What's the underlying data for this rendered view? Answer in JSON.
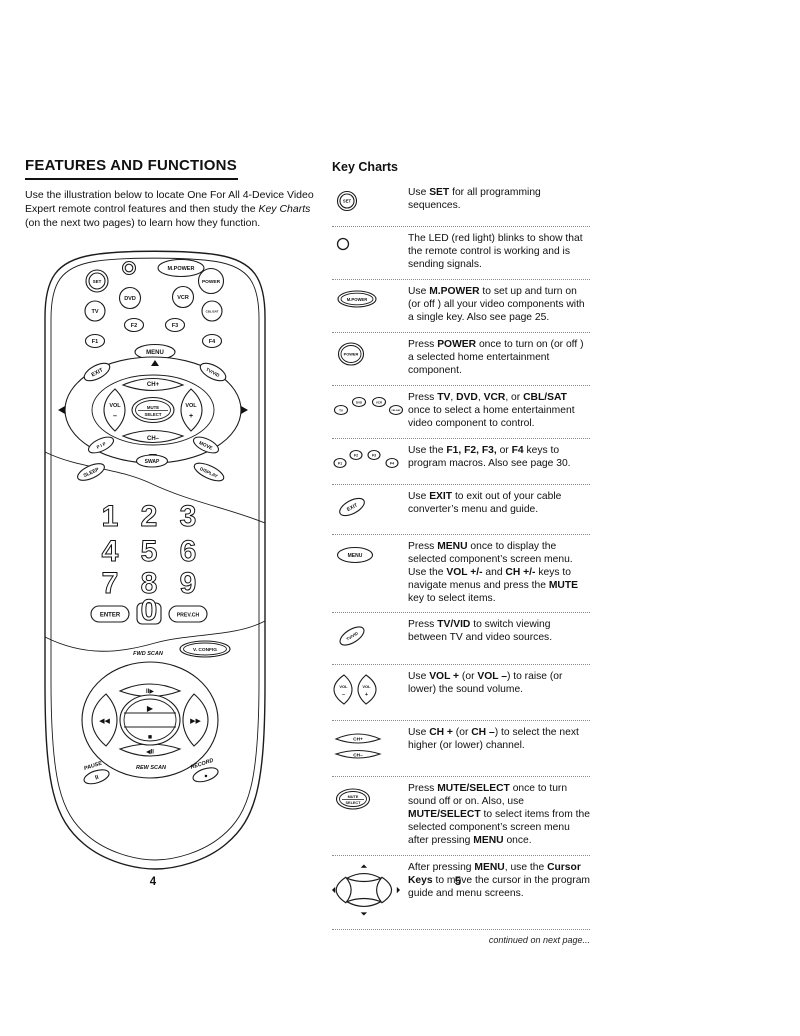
{
  "left": {
    "heading": "FEATURES AND FUNCTIONS",
    "intro_html": "Use the illustration below to locate One For All 4-Device Video Expert remote control features and then study the <i>Key Charts</i> (on the next two pages) to learn how they function.",
    "page_number": "4"
  },
  "right": {
    "heading": "Key Charts",
    "continued": "continued on next page...",
    "page_number": "5",
    "rows": [
      {
        "id": "set",
        "icon_label": "SET",
        "html": "Use <b>SET</b> for all programming sequences."
      },
      {
        "id": "led",
        "html": "The LED (red light) blinks to show that the remote control is working and is sending signals."
      },
      {
        "id": "m-power",
        "icon_label": "M.POWER",
        "html": "Use <b>M.POWER</b> to set up and turn on (or off ) all your video components with a single key. Also see page 25."
      },
      {
        "id": "power",
        "icon_label": "POWER",
        "html": "Press <b>POWER</b> once to turn on (or off ) a selected home entertainment component."
      },
      {
        "id": "devices",
        "icon_labels": [
          "TV",
          "DVD",
          "VCR",
          "CBL/SAT"
        ],
        "html": "Press <b>TV</b>, <b>DVD</b>, <b>VCR</b>, or <b>CBL/SAT</b> once to select a home entertainment video component to control."
      },
      {
        "id": "fkeys",
        "icon_labels": [
          "F1",
          "F2",
          "F3",
          "F4"
        ],
        "html": "Use the <b>F1, F2, F3,</b> or <b>F4</b> keys to program macros. Also see page 30."
      },
      {
        "id": "exit",
        "icon_label": "EXIT",
        "html": "Use <b>EXIT</b> to exit out of your cable converter&#8217;s menu and guide."
      },
      {
        "id": "menu",
        "icon_label": "MENU",
        "html": "Press <b>MENU</b> once to display the selected component&#8217;s screen menu. Use the <b>VOL +/-</b> and <b>CH +/-</b> keys to navigate menus and press the <b>MUTE</b> key to select items."
      },
      {
        "id": "tv-vid",
        "icon_label": "TV/VID",
        "html": "Press <b>TV/VID</b> to switch viewing between TV and video sources."
      },
      {
        "id": "vol",
        "icon_labels": [
          "VOL",
          "–",
          "VOL",
          "+"
        ],
        "html": "Use <b>VOL +</b> (or <b>VOL –</b>) to raise (or lower) the sound volume."
      },
      {
        "id": "ch",
        "icon_labels": [
          "CH+",
          "CH–"
        ],
        "html": "Use <b>CH +</b> (or <b>CH –</b>) to select the next higher (or lower) channel."
      },
      {
        "id": "mute",
        "icon_labels": [
          "MUTE",
          "SELECT"
        ],
        "html": "Press <b>MUTE/SELECT</b> once to turn sound off or on. Also, use <b>MUTE/SELECT</b> to select items from the selected component&#8217;s screen menu after pressing <b>MENU</b> once."
      },
      {
        "id": "cursor",
        "html": "After pressing <b>MENU</b>, use the <b>Cursor Keys</b> to move the cursor in the program guide and menu screens."
      }
    ]
  },
  "remote": {
    "set": "SET",
    "m_power": "M.POWER",
    "power": "POWER",
    "tv": "TV",
    "dvd": "DVD",
    "vcr": "VCR",
    "cbl_sat": "CBL/SAT",
    "f1": "F1",
    "f2": "F2",
    "f3": "F3",
    "f4": "F4",
    "menu": "MENU",
    "exit": "EXIT",
    "tv_vid": "TV/VID",
    "ch_plus": "CH+",
    "ch_minus": "CH–",
    "vol": "VOL",
    "minus": "–",
    "plus": "+",
    "mute": "MUTE",
    "select": "SELECT",
    "pip": "P I P",
    "move": "MOVE",
    "swap": "SWAP",
    "sleep": "SLEEP",
    "display": "DISPLAY",
    "digits": [
      "1",
      "2",
      "3",
      "4",
      "5",
      "6",
      "7",
      "8",
      "9"
    ],
    "zero": "0",
    "enter": "ENTER",
    "prev_ch": "PREV.CH",
    "fwd_scan": "FWD SCAN",
    "v_config": "V. CONFIG",
    "rew_scan": "REW SCAN",
    "pause": "PAUSE",
    "record": "RECORD",
    "pause_glyph": "II",
    "record_glyph": "●",
    "fwd_key": "II▶",
    "rew_key": "◀II",
    "ff_key": "▶▶",
    "rw_key": "◀◀",
    "play_glyph": "▶",
    "stop_glyph": "■"
  }
}
